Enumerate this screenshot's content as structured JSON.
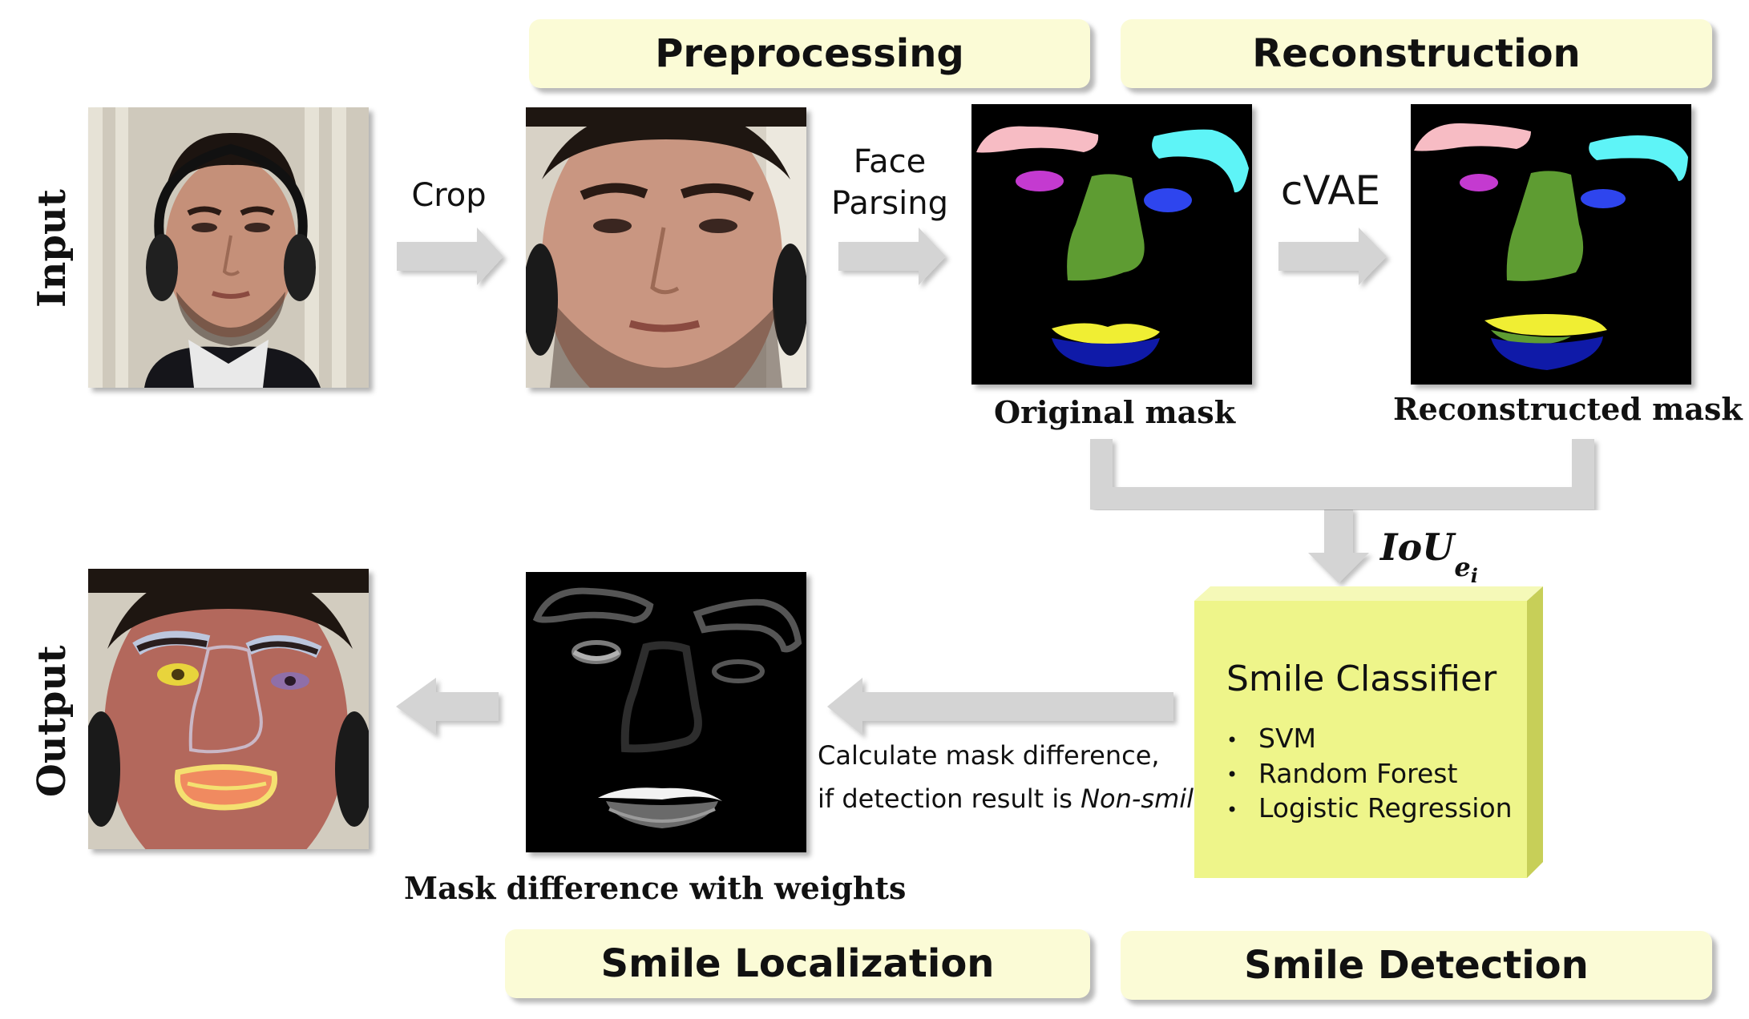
{
  "stages": {
    "preprocessing": "Preprocessing",
    "reconstruction": "Reconstruction",
    "smile_localization": "Smile Localization",
    "smile_detection": "Smile Detection"
  },
  "side_labels": {
    "input": "Input",
    "output": "Output"
  },
  "arrow_labels": {
    "crop": "Crop",
    "face_parsing_line1": "Face",
    "face_parsing_line2": "Parsing",
    "cvae": "cVAE",
    "iou": "IoU",
    "iou_subscript": "e",
    "iou_subscript_index": "i"
  },
  "captions": {
    "original_mask": "Original mask",
    "reconstructed_mask": "Reconstructed mask",
    "mask_difference": "Mask difference with weights"
  },
  "classifier": {
    "title": "Smile Classifier",
    "methods": [
      "SVM",
      "Random Forest",
      "Logistic Regression"
    ]
  },
  "localization_note": {
    "line1": "Calculate mask difference,",
    "line2_prefix": "if detection result is ",
    "line2_emphasis": "Non-smile"
  },
  "colors": {
    "banner_fill": "#fbfbd6",
    "classifier_fill": "#eef58a",
    "arrow_gray": "#d4d4d4",
    "eyebrow_left": "#f7bcc4",
    "eyebrow_right": "#5ef4f7",
    "eye_left": "#c43ad0",
    "eye_right": "#2e45ee",
    "nose": "#5e9c32",
    "upper_lip": "#f0ee33",
    "lower_lip": "#0f1aa8"
  }
}
